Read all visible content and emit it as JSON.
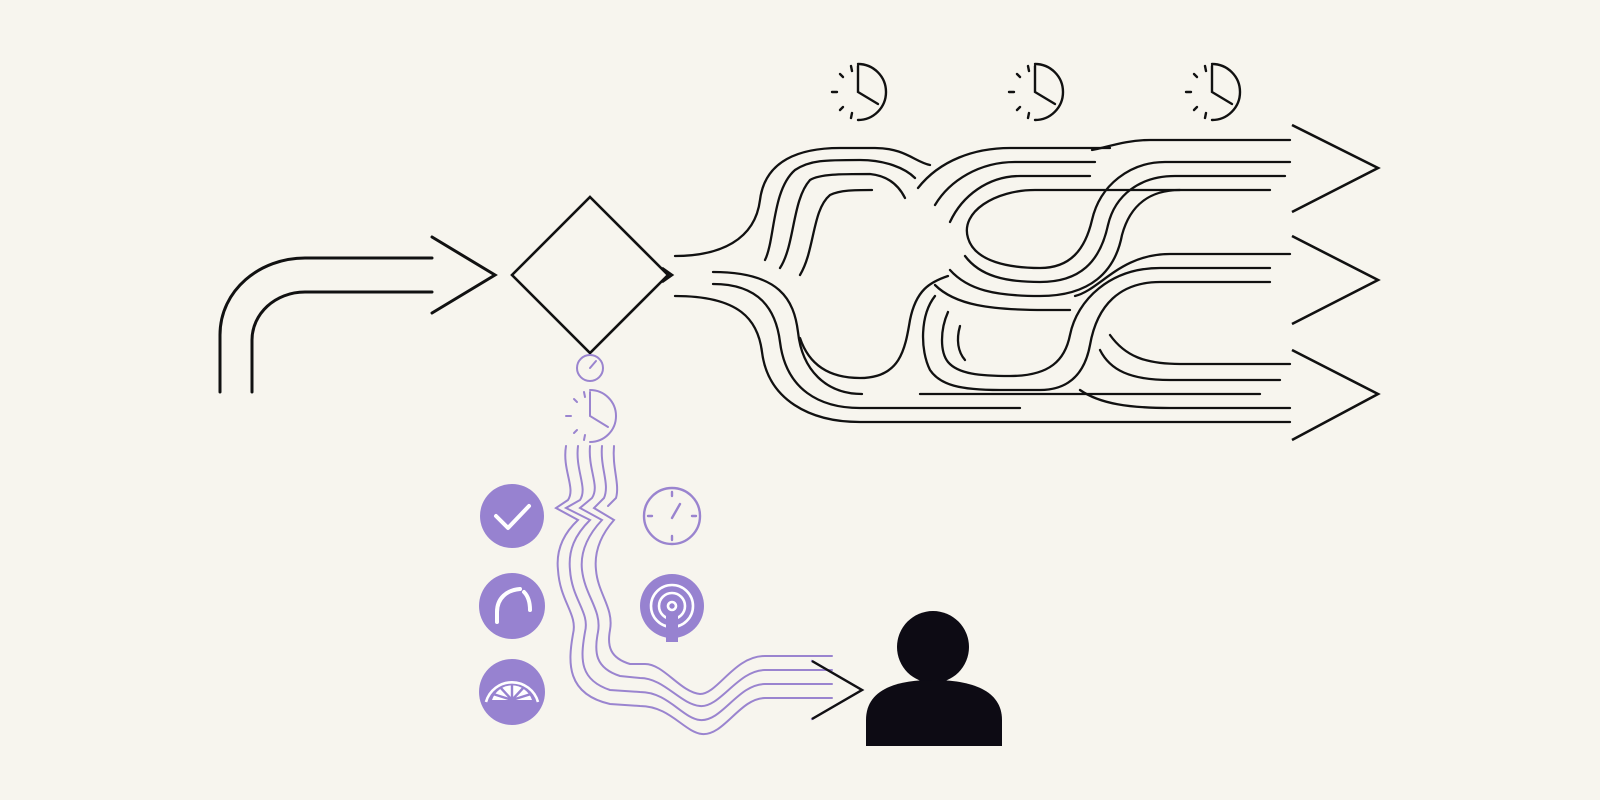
{
  "colors": {
    "background": "#f7f5ee",
    "ink": "#111111",
    "accent": "#9a84cf",
    "accent_fill": "#9782d0",
    "person": "#0d0b14",
    "icon_glyph": "#ffffff"
  },
  "diagram": {
    "entry_arrow": {
      "icon": "curved-arrow-right"
    },
    "decision": {
      "icon": "diamond"
    },
    "timers": [
      {
        "icon": "clock-icon"
      },
      {
        "icon": "clock-icon"
      },
      {
        "icon": "clock-icon"
      }
    ],
    "output_lanes": [
      {
        "icon": "arrow-right"
      },
      {
        "icon": "arrow-right"
      },
      {
        "icon": "arrow-right"
      }
    ],
    "side_branch": {
      "clocks": [
        {
          "icon": "clock-icon"
        },
        {
          "icon": "clock-icon"
        }
      ],
      "status_icons": [
        {
          "icon": "check-icon",
          "shape": "filled-circle"
        },
        {
          "icon": "stopwatch-icon",
          "shape": "outline-circle"
        },
        {
          "icon": "arc-icon",
          "shape": "filled-circle"
        },
        {
          "icon": "signal-icon",
          "shape": "filled-circle"
        },
        {
          "icon": "gauge-icon",
          "shape": "filled-circle"
        }
      ],
      "destination": {
        "icon": "person-icon"
      }
    }
  }
}
